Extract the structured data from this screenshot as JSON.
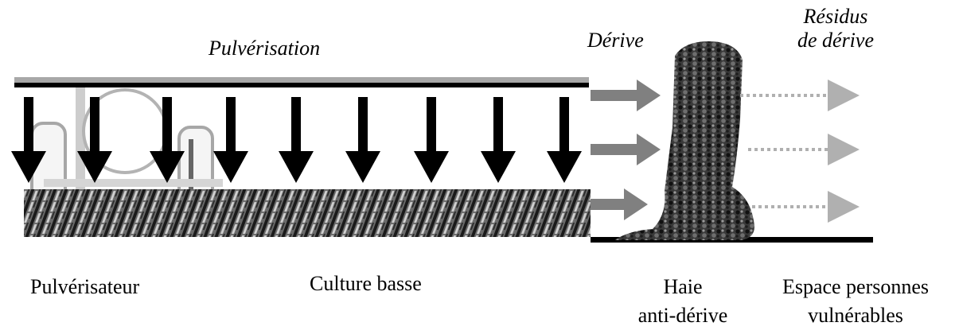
{
  "diagram": {
    "labels": {
      "spraying": "Pulvérisation",
      "drift": "Dérive",
      "drift_residue_line1": "Résidus",
      "drift_residue_line2": "de dérive",
      "sprayer": "Pulvérisateur",
      "low_crop": "Culture basse",
      "hedge_line1": "Haie",
      "hedge_line2": "anti-dérive",
      "vulnerable_line1": "Espace personnes",
      "vulnerable_line2": "vulnérables"
    },
    "elements": {
      "spray_arrows": 9,
      "drift_arrows": 3,
      "residue_arrows": 3
    },
    "colors": {
      "spray_arrow": "#000000",
      "drift_arrow": "#808080",
      "residue_arrow": "#b0b0b0",
      "boom": "#000000",
      "ground": "#000000"
    }
  }
}
